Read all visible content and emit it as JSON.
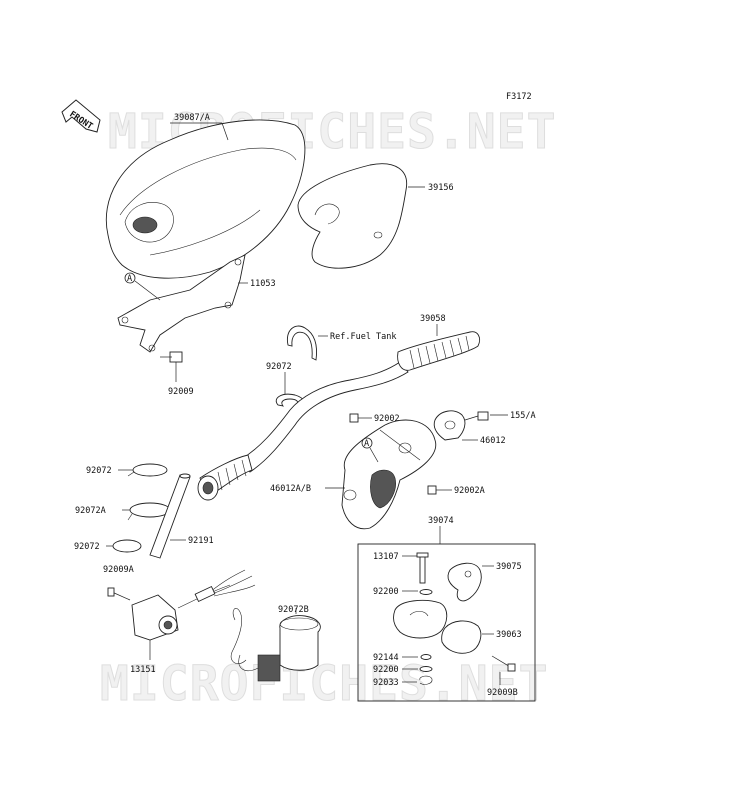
{
  "figure_code": "F3172",
  "front_label": "FRONT",
  "watermark": "MICROFICHES.NET",
  "ref_note": "Ref.Fuel Tank",
  "callouts": {
    "A": "A"
  },
  "labels": {
    "p39087A": "39087/A",
    "p39156": "39156",
    "p11053": "11053",
    "p92009": "92009",
    "p39058": "39058",
    "p92072_top": "92072",
    "p92002": "92002",
    "p155A": "155/A",
    "p46012": "46012",
    "p46012AB": "46012A/B",
    "p92002A": "92002A",
    "p92072_l1": "92072",
    "p92072A": "92072A",
    "p92072_l2": "92072",
    "p92191": "92191",
    "p39074": "39074",
    "p13107": "13107",
    "p39075": "39075",
    "p92200_a": "92200",
    "p92009A": "92009A",
    "p92072B": "92072B",
    "p39063": "39063",
    "p92144": "92144",
    "p92200_b": "92200",
    "p92033": "92033",
    "p92009B": "92009B",
    "p13151": "13151"
  }
}
